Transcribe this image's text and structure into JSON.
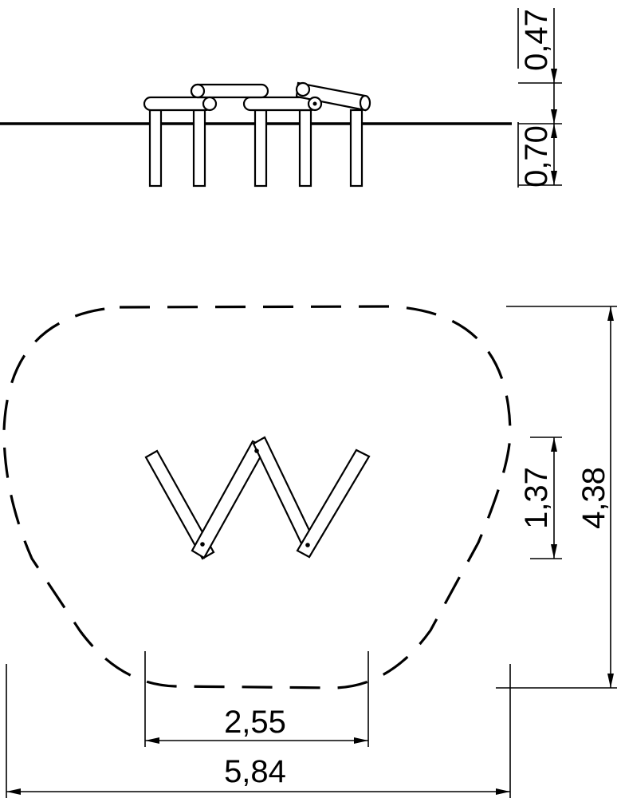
{
  "dimensions": {
    "height_above_ground": "0,47",
    "depth_below_ground": "0,70",
    "equipment_depth": "1,37",
    "safety_area_depth": "4,38",
    "equipment_width": "2,55",
    "safety_area_width": "5,84"
  }
}
